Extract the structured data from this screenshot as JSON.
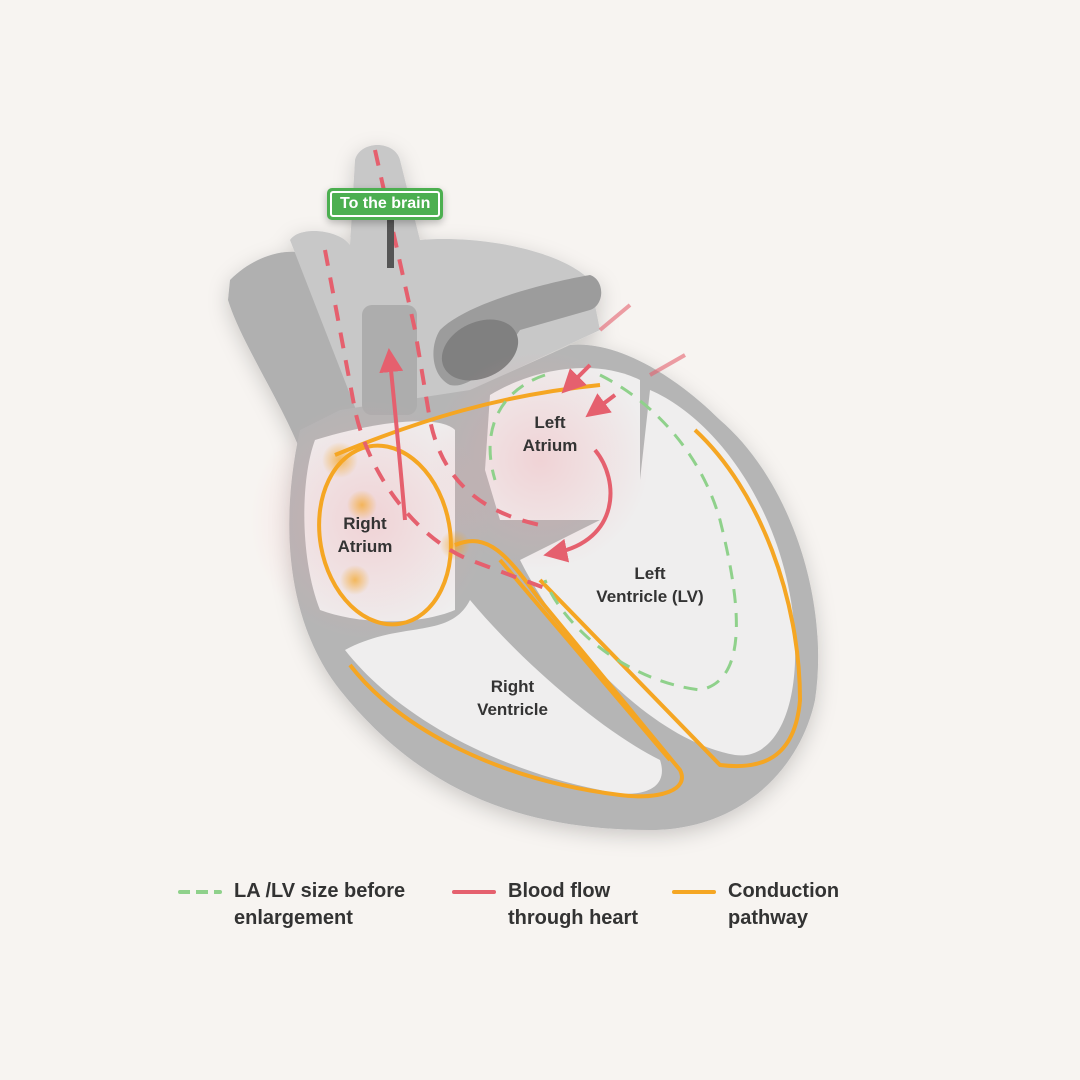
{
  "callout": {
    "label": "To the brain"
  },
  "chambers": {
    "left_atrium": "Left\nAtrium",
    "right_atrium": "Right\nAtrium",
    "left_ventricle": "Left\nVentricle (LV)",
    "right_ventricle": "Right\nVentricle"
  },
  "legend": [
    {
      "label": "LA /LV size before enlargement",
      "line1": "LA /LV size before",
      "line2": "enlargement",
      "color": "#8fd18b",
      "style": "dashed"
    },
    {
      "label": "Blood flow through heart",
      "line1": "Blood flow",
      "line2": "through heart",
      "color": "#e5606e",
      "style": "solid"
    },
    {
      "label": "Conduction pathway",
      "line1": "Conduction",
      "line2": "pathway",
      "color": "#f5a623",
      "style": "solid"
    }
  ],
  "colors": {
    "background": "#f7f4f1",
    "heart_wall": "#b8b8b8",
    "chamber": "#efeeee",
    "blood": "#e5606e",
    "conduction": "#f5a623",
    "outline": "#8fd18b",
    "tag": "#4caf50"
  }
}
